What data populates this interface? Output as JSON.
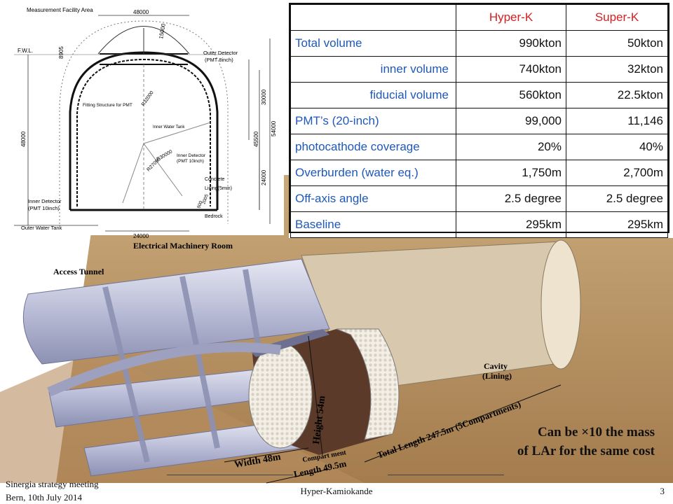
{
  "drawing": {
    "title": "Measurement Facility Area",
    "dim_top": "48000",
    "dim_top_right": "15000",
    "dim_left_small": "8905",
    "fwl": "F.W.L.",
    "dim_left_height": "48000",
    "outer_detector": "Outer Detector",
    "outer_detector_pmt": "(PMT 8inch)",
    "fitting_structure": "Fitting Structure for PMT",
    "r32000": "R32000",
    "inner_water_tank": "Inner Water Tank",
    "inner_detector_r": "Inner Detector",
    "inner_detector_r_pmt": "(PMT 10inch)",
    "r30000": "R30000",
    "r27095": "R27095",
    "concrete": "Concrete",
    "lining": "Lining(5mm)",
    "dim_2005": "2005",
    "dim_900": "900",
    "bedrock": "Bedrock",
    "dim_30000": "30000",
    "dim_45500": "45500",
    "dim_54000": "54000",
    "dim_24000_v": "24000",
    "inner_detector_l": "Inner Detector",
    "inner_detector_l_pmt": "(PMT 10inch)",
    "outer_water_tank": "Outer Water Tank",
    "dim_bottom": "24000"
  },
  "illustration": {
    "electrical_room": "Electrical Machinery Room",
    "access_tunnel": "Access Tunnel",
    "cavity": "Cavity",
    "cavity_lining": "(Lining)",
    "height": "Height 54m",
    "width": "Width 48m",
    "compartment": "Compart ment",
    "length": "Length 49.5m",
    "total_length": "Total Length 247.5m (5Compartments)"
  },
  "table": {
    "headers": [
      "",
      "Hyper-K",
      "Super-K"
    ],
    "rows": [
      {
        "label": "Total volume",
        "hk": "990kton",
        "sk": "50kton",
        "indent": false
      },
      {
        "label": "inner volume",
        "hk": "740kton",
        "sk": "32kton",
        "indent": true
      },
      {
        "label": "fiducial volume",
        "hk": "560kton",
        "sk": "22.5kton",
        "indent": true
      },
      {
        "label": "PMT’s (20-inch)",
        "hk": "99,000",
        "sk": "11,146",
        "indent": false
      },
      {
        "label": " photocathode  coverage",
        "hk": "20%",
        "sk": "40%",
        "indent": false
      },
      {
        "label": "Overburden (water eq.)",
        "hk": "1,750m",
        "sk": "2,700m",
        "indent": false
      },
      {
        "label": "Off-axis angle",
        "hk": "2.5 degree",
        "sk": "2.5 degree",
        "indent": false
      },
      {
        "label": "Baseline",
        "hk": "295km",
        "sk": "295km",
        "indent": false
      }
    ]
  },
  "callout": {
    "line1": "Can be ×10 the mass",
    "line2": "of LAr for the same cost"
  },
  "footer": {
    "event": "Sinergia strategy meeting",
    "place_date": "Bern, 10th July 2014",
    "title": "Hyper-Kamiokande",
    "page": "3"
  }
}
